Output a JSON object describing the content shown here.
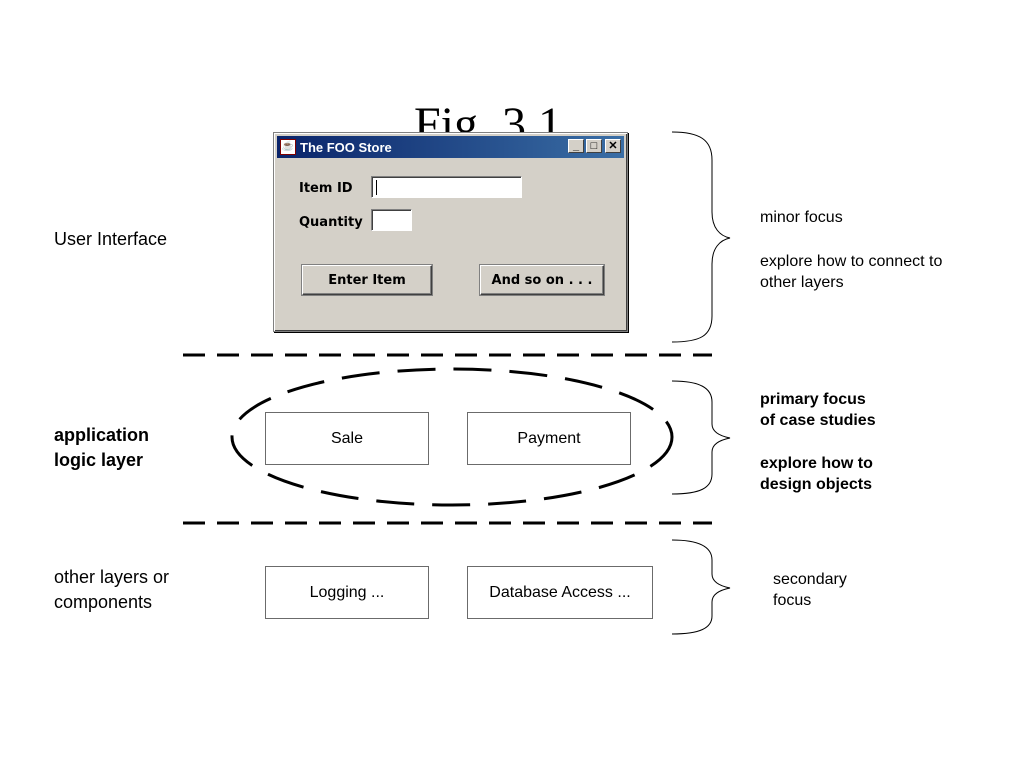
{
  "figure_title": "Fig. 3.1",
  "layers": {
    "ui": {
      "label": "User Interface"
    },
    "app": {
      "label_line1": "application",
      "label_line2": "logic layer"
    },
    "other": {
      "label_line1": "other layers or",
      "label_line2": "components"
    }
  },
  "notes": {
    "ui": {
      "line1": "minor focus",
      "line2": "explore how to connect to",
      "line3": "other layers"
    },
    "app": {
      "line1": "primary focus",
      "line2": "of case studies",
      "line3": "explore how to",
      "line4": "design objects"
    },
    "other": {
      "line1": "secondary",
      "line2": "focus"
    }
  },
  "boxes": {
    "sale": "Sale",
    "payment": "Payment",
    "logging": "Logging ...",
    "database": "Database Access ..."
  },
  "window": {
    "title": "The FOO Store",
    "icon": "coffee-cup-icon",
    "titlebar_color": "#0a246a",
    "item_id_label": "Item ID",
    "item_id_value": "",
    "quantity_label": "Quantity",
    "quantity_value": "",
    "enter_button": "Enter Item",
    "more_button": "And so on . . ."
  }
}
